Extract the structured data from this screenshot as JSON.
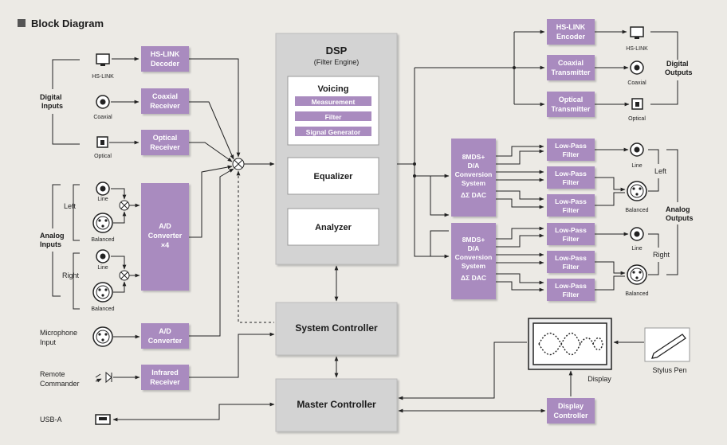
{
  "title": "Block Diagram",
  "dsp": {
    "title": "DSP",
    "subtitle": "(Filter Engine)",
    "voicing": "Voicing",
    "measurement": "Measurement",
    "filter": "Filter",
    "signal_generator": "Signal Generator",
    "equalizer": "Equalizer",
    "analyzer": "Analyzer"
  },
  "system_controller": "System Controller",
  "master_controller": "Master Controller",
  "inputs": {
    "digital_1": "Digital",
    "digital_2": "Inputs",
    "hslink": "HS-LINK",
    "coaxial": "Coaxial",
    "optical": "Optical",
    "analog_1": "Analog",
    "analog_2": "Inputs",
    "left": "Left",
    "right": "Right",
    "line": "Line",
    "balanced": "Balanced",
    "mic_1": "Microphone",
    "mic_2": "Input",
    "remote_1": "Remote",
    "remote_2": "Commander",
    "usb": "USB-A"
  },
  "blocks": {
    "hslink_decoder_1": "HS-LINK",
    "hslink_decoder_2": "Decoder",
    "coax_receiver_1": "Coaxial",
    "coax_receiver_2": "Receiver",
    "opt_receiver_1": "Optical",
    "opt_receiver_2": "Receiver",
    "ad_converter4_1": "A/D",
    "ad_converter4_2": "Converter",
    "ad_converter4_3": "×4",
    "ad_converter_1": "A/D",
    "ad_converter_2": "Converter",
    "ir_receiver_1": "Infrared",
    "ir_receiver_2": "Receiver",
    "hslink_encoder_1": "HS-LINK",
    "hslink_encoder_2": "Encoder",
    "coax_tx_1": "Coaxial",
    "coax_tx_2": "Transmitter",
    "opt_tx_1": "Optical",
    "opt_tx_2": "Transmitter",
    "dac_1": "8MDS+",
    "dac_2": "D/A",
    "dac_3": "Conversion",
    "dac_4": "System",
    "dac_5": "ΔΣ DAC",
    "lpf_1": "Low-Pass",
    "lpf_2": "Filter",
    "display_ctrl_1": "Display",
    "display_ctrl_2": "Controller"
  },
  "outputs": {
    "hslink": "HS-LINK",
    "coaxial": "Coaxial",
    "optical": "Optical",
    "digital_1": "Digital",
    "digital_2": "Outputs",
    "analog_1": "Analog",
    "analog_2": "Outputs",
    "left": "Left",
    "right": "Right",
    "line": "Line",
    "balanced": "Balanced",
    "display": "Display",
    "stylus": "Stylus Pen"
  },
  "colors": {
    "purple": "#a98bbf",
    "purple_dark": "#8e6ea6",
    "grey_box": "#d3d3d3",
    "background": "#eceae5"
  }
}
